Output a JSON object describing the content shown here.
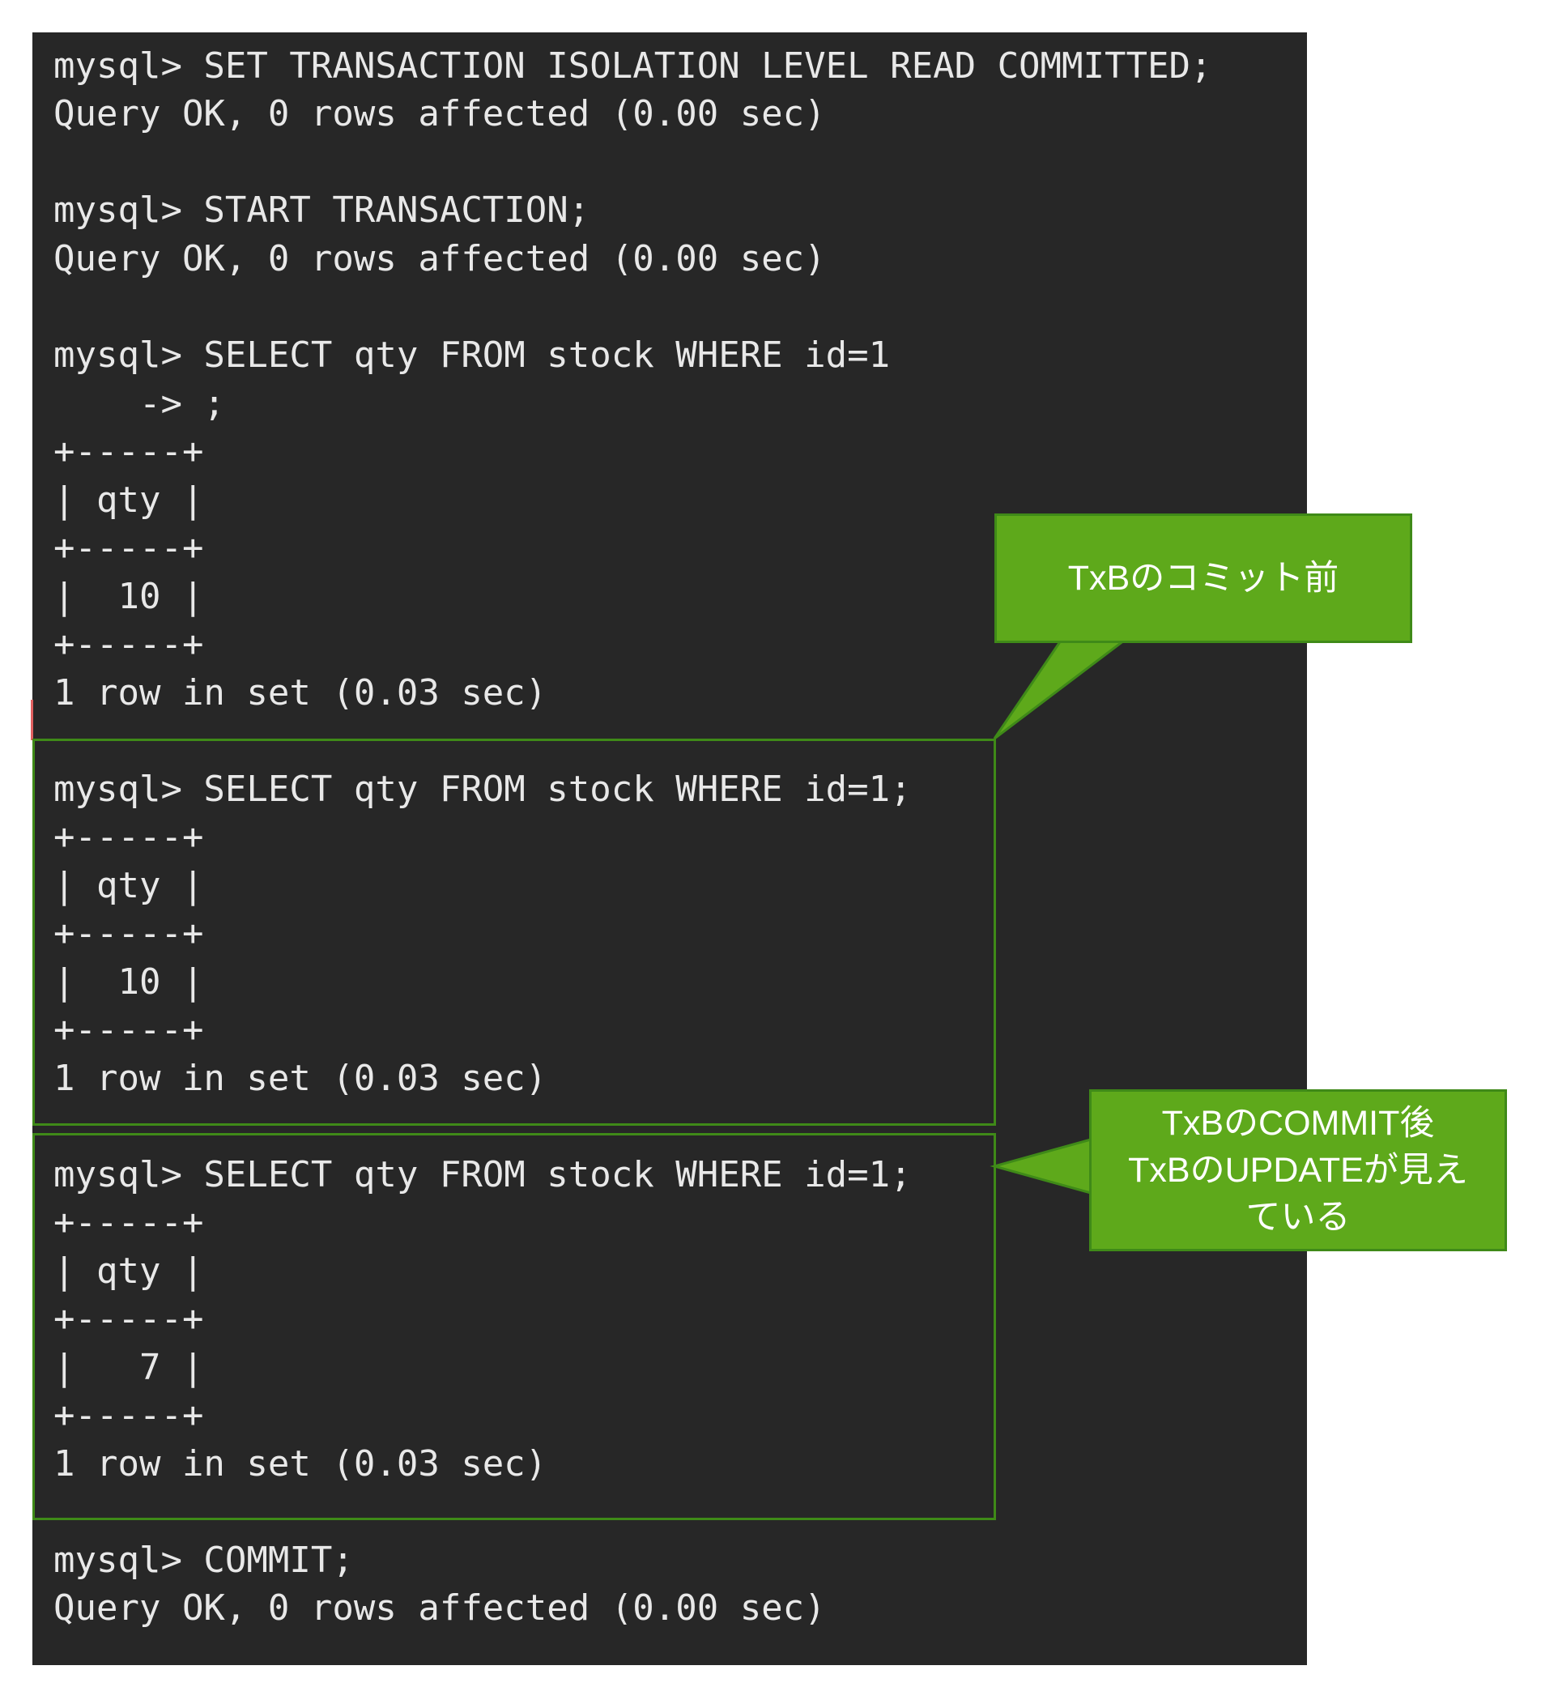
{
  "terminal": {
    "lines": [
      "mysql> SET TRANSACTION ISOLATION LEVEL READ COMMITTED;",
      "Query OK, 0 rows affected (0.00 sec)",
      "mysql> START TRANSACTION;",
      "Query OK, 0 rows affected (0.00 sec)",
      "mysql> SELECT qty FROM stock WHERE id=1",
      "    -> ;",
      "+-----+",
      "| qty |",
      "+-----+",
      "|  10 |",
      "+-----+",
      "1 row in set (0.03 sec)",
      "mysql> SELECT qty FROM stock WHERE id=1;",
      "+-----+",
      "| qty |",
      "+-----+",
      "|  10 |",
      "+-----+",
      "1 row in set (0.03 sec)",
      "mysql> SELECT qty FROM stock WHERE id=1;",
      "+-----+",
      "| qty |",
      "+-----+",
      "|   7 |",
      "+-----+",
      "1 row in set (0.03 sec)",
      "mysql> COMMIT;",
      "Query OK, 0 rows affected (0.00 sec)"
    ]
  },
  "callouts": {
    "before_commit": "TxBのコミット前",
    "after_commit": "TxBのCOMMIT後\nTxBのUPDATEが見え\nている"
  },
  "colors": {
    "terminal_bg": "#272727",
    "terminal_text": "#e8e8e8",
    "callout_fill": "#5ea91b",
    "callout_border": "#3f8a18"
  }
}
